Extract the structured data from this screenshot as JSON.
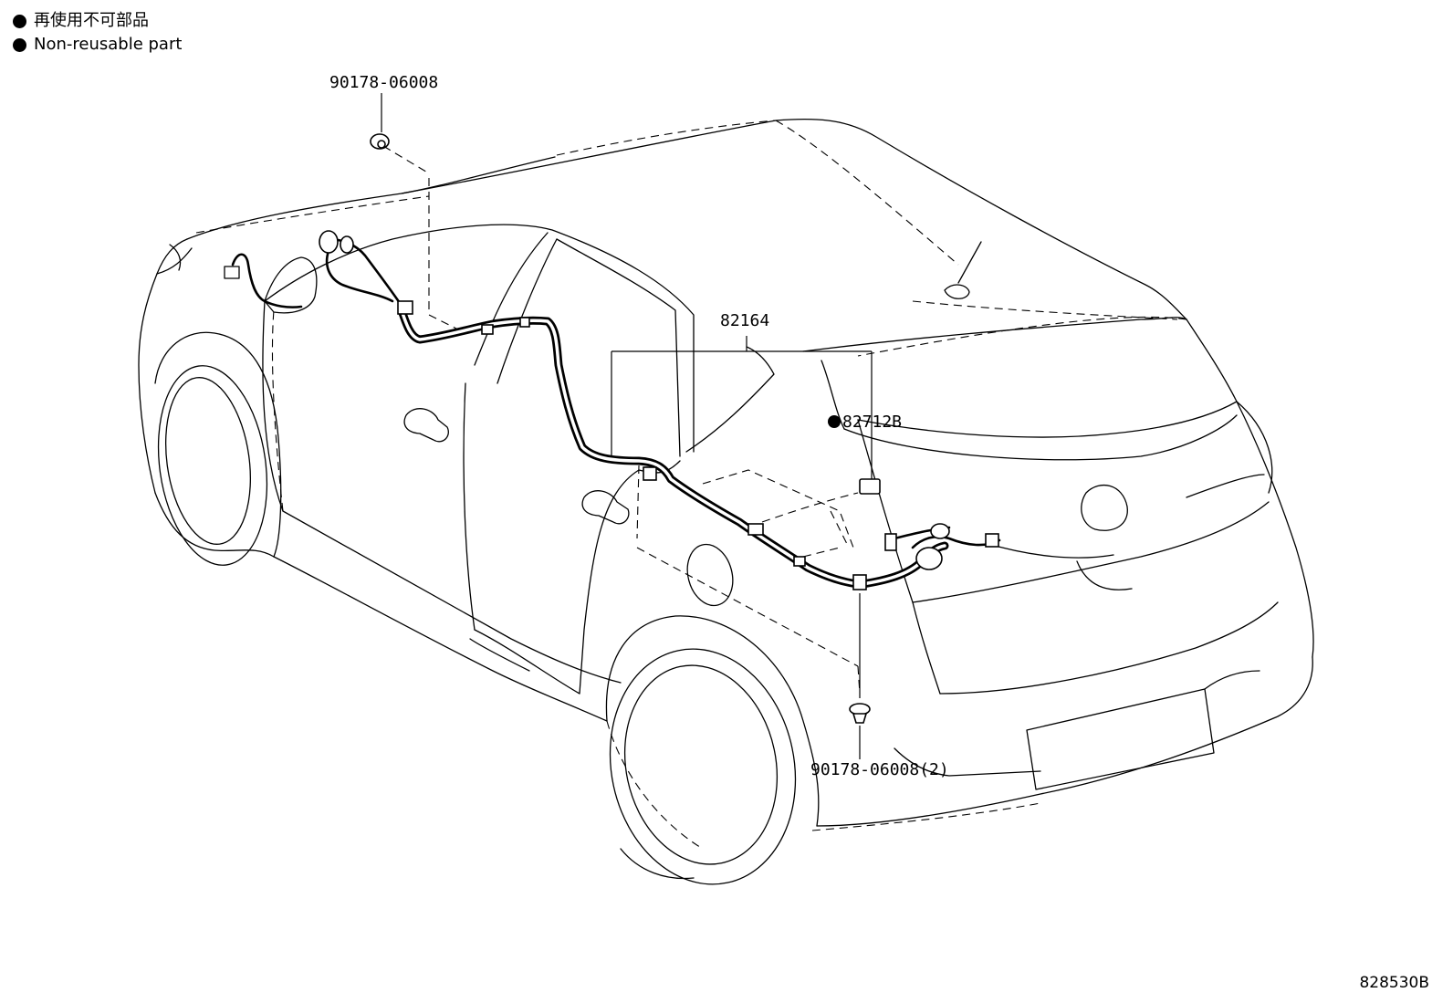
{
  "legend": {
    "line_jp": "再使用不可部品",
    "line_en": "Non-reusable part"
  },
  "callouts": {
    "clip_top": "90178-06008",
    "harness": "82164",
    "protector": "82712B",
    "clip_bottom": "90178-06008(2)"
  },
  "diagram_id": "828530B",
  "icons": {
    "legend_marker": "filled-circle",
    "non_reusable_marker": "filled-circle"
  }
}
